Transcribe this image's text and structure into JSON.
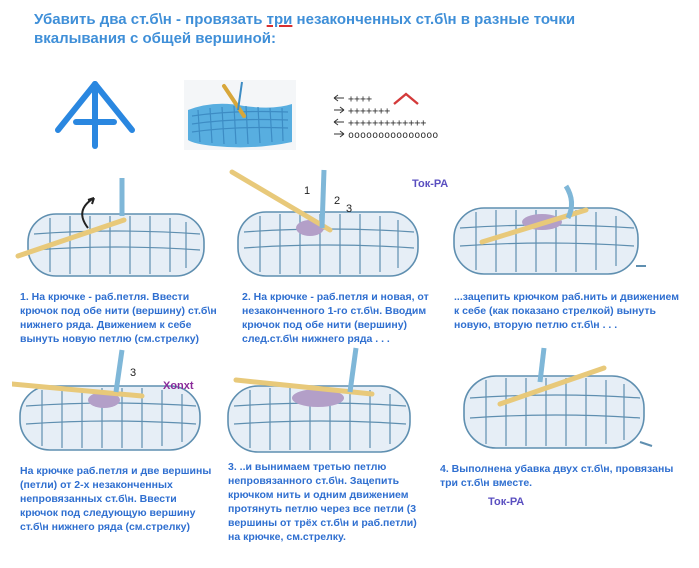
{
  "title": {
    "part1": "Убавить два ст.б\\н - провязать ",
    "highlight": "три",
    "part2": " незаконченных ст.б\\н в разные точки вкалывания с общей вершиной:"
  },
  "colors": {
    "title_blue": "#3f8fd8",
    "caption_blue": "#2f6fd0",
    "symbol_blue": "#2a87e0",
    "yarn_light": "#e6eef6",
    "yarn_stroke": "#5f8fb0",
    "hook_yellow": "#e8c97a",
    "thread_blue": "#7fb7d8",
    "purple": "#b39fc8",
    "red": "#d43a3a"
  },
  "steps": [
    {
      "number": "1",
      "text": "1. На крючке - раб.петля. Ввести крючок под обе нити (вершину) ст.б\\н нижнего ряда. Движением к себе вынуть новую петлю (см.стрелку)"
    },
    {
      "number": "2",
      "text": "2. На крючке - раб.петля и новая, от незаконченного 1-го ст.б\\н. Вводим крючок под обе нити (вершину) след.ст.б\\н нижнего ряда . . ."
    },
    {
      "number": "",
      "text": "...зацепить крючком раб.нить и движением к себе (как показано стрелкой) вынуть новую, вторую петлю ст.б\\н . . ."
    },
    {
      "number": "",
      "text": "На крючке раб.петля и две вершины (петли) от 2-х незаконченных непровязанных ст.б\\н. Ввести крючок под следующую вершину ст.б\\н нижнего ряда (см.стрелку)"
    },
    {
      "number": "3",
      "text": "3. ..и вынимаем третью петлю непровязанного ст.б\\н. Зацепить крючком нить и одним движением протянуть петлю через все петли (3 вершины от трёх ст.б\\н и раб.петли) на крючке, см.стрелку."
    },
    {
      "number": "4",
      "text": "4. Выполнена убавка двух ст.б\\н, провязаны три ст.б\\н вместе."
    }
  ],
  "labels": {
    "tok_ra_top": "Ток-РА",
    "tok_ra_bottom": "Ток-РА",
    "xonxt": "Xonxt"
  },
  "illustration_marks": {
    "step2_numbers": [
      "1",
      "2",
      "3"
    ],
    "step4_number": "3"
  }
}
